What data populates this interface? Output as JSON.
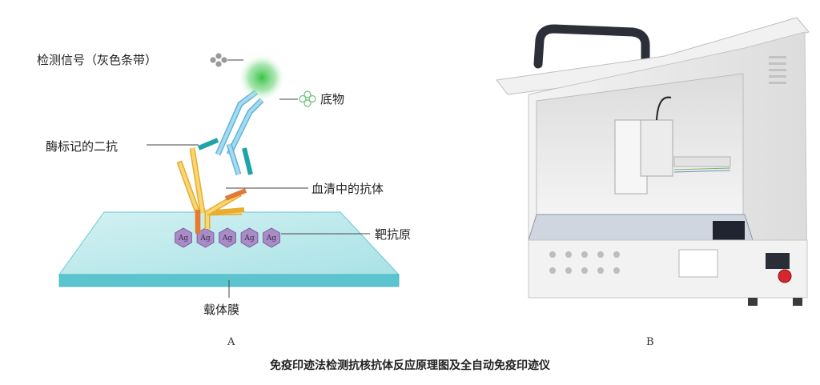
{
  "panel_a": {
    "labels": {
      "signal": "检测信号（灰色条带）",
      "substrate": "底物",
      "enzyme_antibody": "酶标记的二抗",
      "serum_antibody": "血清中的抗体",
      "target_antigen": "靶抗原",
      "membrane": "载体膜"
    },
    "antigen_text": "Ag",
    "antigen_count": 5,
    "letter": "A"
  },
  "panel_b": {
    "letter": "B"
  },
  "caption": "免疫印迹法检测抗核抗体反应原理图及全自动免疫印迹仪",
  "colors": {
    "membrane_top": "#bfe9ea",
    "membrane_edge": "#58c4cf",
    "secondary_antibody": "#8ecfe6",
    "primary_antibody": "#f2c24b",
    "antigen": "#a98bc6",
    "enzyme_tag": "#1fa3a8",
    "glow": "#38c24a",
    "orange_tag": "#e57a35"
  }
}
